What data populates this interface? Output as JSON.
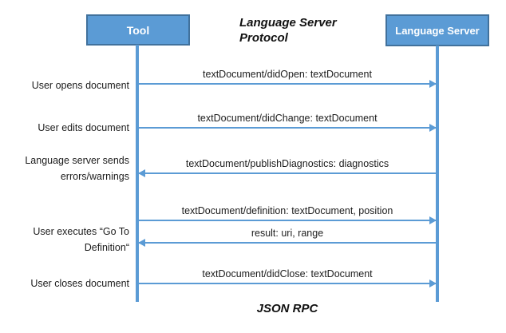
{
  "diagram": {
    "title": "Language Server\nProtocol",
    "footer": "JSON RPC",
    "actors": [
      {
        "label": "Tool"
      },
      {
        "label": "Language Server"
      }
    ],
    "messages": [
      {
        "label": "textDocument/didOpen: textDocument",
        "direction": "right",
        "from": "Tool",
        "to": "Language Server"
      },
      {
        "label": "textDocument/didChange: textDocument",
        "direction": "right",
        "from": "Tool",
        "to": "Language Server"
      },
      {
        "label": "textDocument/publishDiagnostics: diagnostics",
        "direction": "left",
        "from": "Language Server",
        "to": "Tool"
      },
      {
        "label": "textDocument/definition: textDocument, position",
        "direction": "right",
        "from": "Tool",
        "to": "Language Server"
      },
      {
        "label": "result: uri, range",
        "direction": "left",
        "from": "Language Server",
        "to": "Tool"
      },
      {
        "label": "textDocument/didClose: textDocument",
        "direction": "right",
        "from": "Tool",
        "to": "Language Server"
      }
    ],
    "activities": [
      {
        "label": "User opens document"
      },
      {
        "label": "User edits document"
      },
      {
        "label": "Language server sends\nerrors/warnings"
      },
      {
        "label": "User executes “Go To\nDefinition“"
      },
      {
        "label": "User closes document"
      }
    ],
    "colors": {
      "box_fill": "#5B9BD5",
      "box_border": "#41719C",
      "arrow": "#5B9BD5",
      "text": "#1C1C1C"
    }
  }
}
